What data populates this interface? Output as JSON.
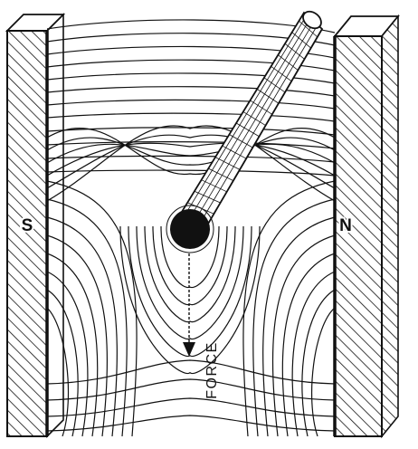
{
  "labels": {
    "south_pole": "S",
    "north_pole": "N",
    "force": "FORCE"
  },
  "colors": {
    "ink": "#111111",
    "paper": "#ffffff"
  },
  "icons": {
    "force_arrow": "arrow-down-icon",
    "conductor": "wire-cross-section-icon"
  }
}
